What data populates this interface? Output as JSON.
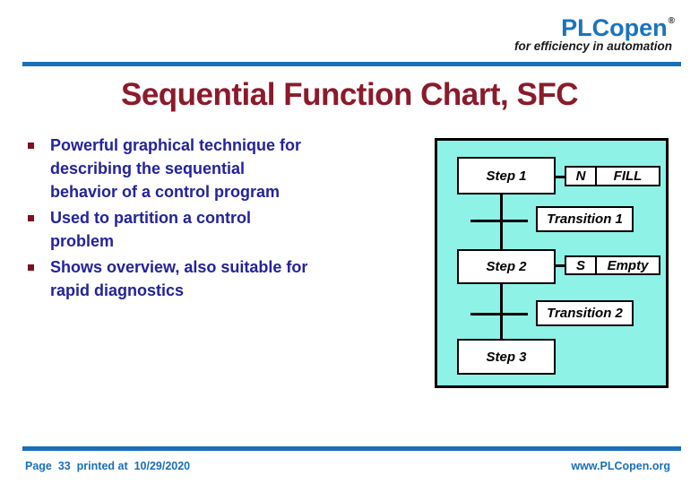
{
  "header": {
    "logo": "PLCopen",
    "registered_mark": "®",
    "tagline": "for efficiency in automation"
  },
  "title": "Sequential Function Chart, SFC",
  "bullets": [
    {
      "text": "Powerful graphical technique for\ndescribing the sequential\nbehavior of a control program"
    },
    {
      "text": "Used to partition a control\nproblem"
    },
    {
      "text": "Shows overview, also suitable for\nrapid diagnostics"
    }
  ],
  "diagram": {
    "steps": [
      {
        "label": "Step 1"
      },
      {
        "label": "Step 2"
      },
      {
        "label": "Step 3"
      }
    ],
    "transitions": [
      {
        "label": "Transition 1"
      },
      {
        "label": "Transition 2"
      }
    ],
    "action_blocks": [
      {
        "qualifier": "N",
        "action": "FILL"
      },
      {
        "qualifier": "S",
        "action": "Empty"
      }
    ]
  },
  "footer": {
    "page_info": "Page  33  printed at  10/29/2020",
    "website": "www.PLCopen.org"
  },
  "colors": {
    "brand_blue": "#1B6FB8",
    "logo_blue": "#1B74BC",
    "title_maroon": "#8B1A2B",
    "body_navy": "#23239B",
    "bullet_marker_maroon": "#7E1021",
    "diagram_background_cyan": "#8EF2E7"
  }
}
